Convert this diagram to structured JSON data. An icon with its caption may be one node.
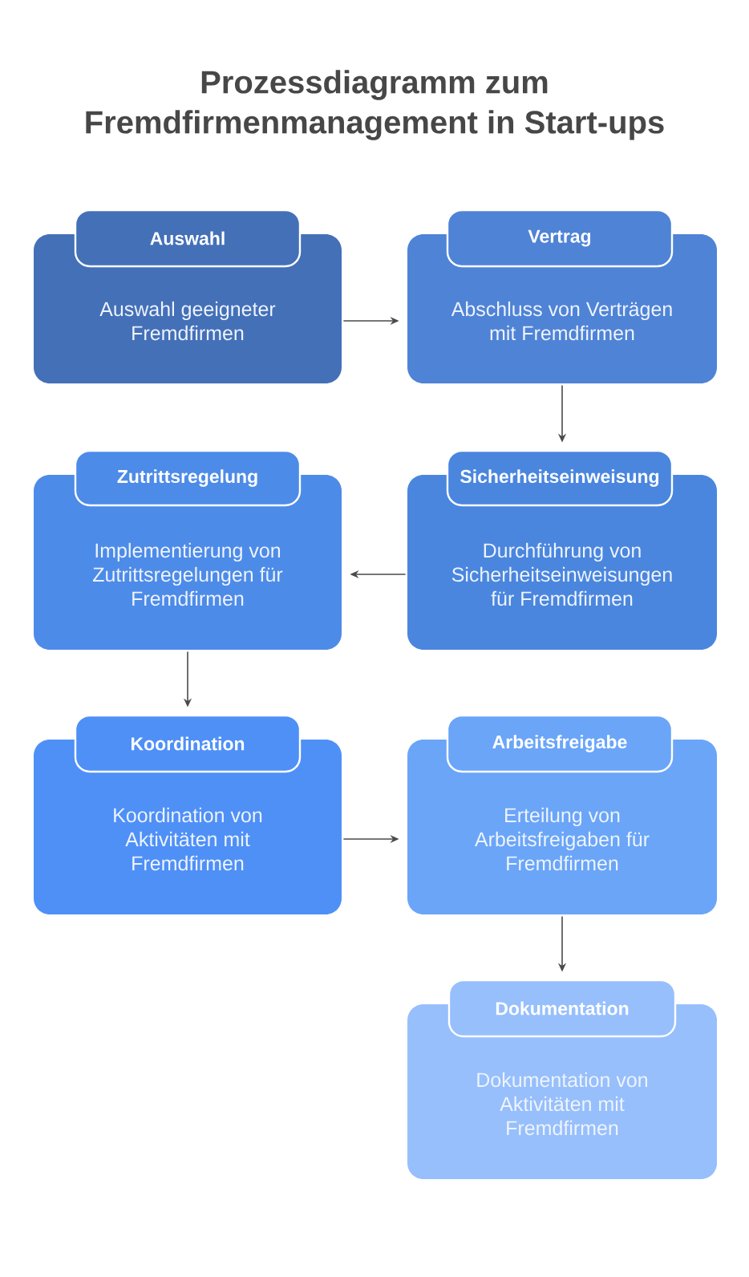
{
  "diagram": {
    "title": "Prozessdiagramm zum Fremdfirmenmanagement in Start-ups",
    "nodes": [
      {
        "text": [
          "Auswahl",
          "Auswahl geeigneter Fremdfirmen"
        ]
      },
      {
        "text": [
          "Vertrag",
          "Abschluss von Verträgen mit Fremdfirmen"
        ]
      },
      {
        "text": [
          "Zutrittsregelung",
          "Implementierung von Zutrittsregelungen für Fremdfirmen"
        ]
      },
      {
        "text": [
          "Sicherheitseinweisung",
          "Durchführung von Sicherheitseinweisungen für Fremdfirmen"
        ]
      },
      {
        "text": [
          "Koordination",
          "Koordination von Aktivitäten mit Fremdfirmen"
        ]
      },
      {
        "text": [
          "Arbeitsfreigabe",
          "Erteilung von Arbeitsfreigaben für Fremdfirmen"
        ]
      },
      {
        "text": [
          "Dokumentation",
          "Dokumentation von Aktivitäten mit Fremdfirmen"
        ]
      }
    ],
    "edges": [
      {
        "from": 0,
        "to": 1,
        "arrow": "to"
      },
      {
        "from": 1,
        "to": 3,
        "arrow": "to"
      },
      {
        "from": 3,
        "to": 2,
        "arrow": "to"
      },
      {
        "from": 2,
        "to": 4,
        "arrow": "to"
      },
      {
        "from": 4,
        "to": 5,
        "arrow": "to"
      },
      {
        "from": 5,
        "to": 6,
        "arrow": "to"
      }
    ]
  }
}
